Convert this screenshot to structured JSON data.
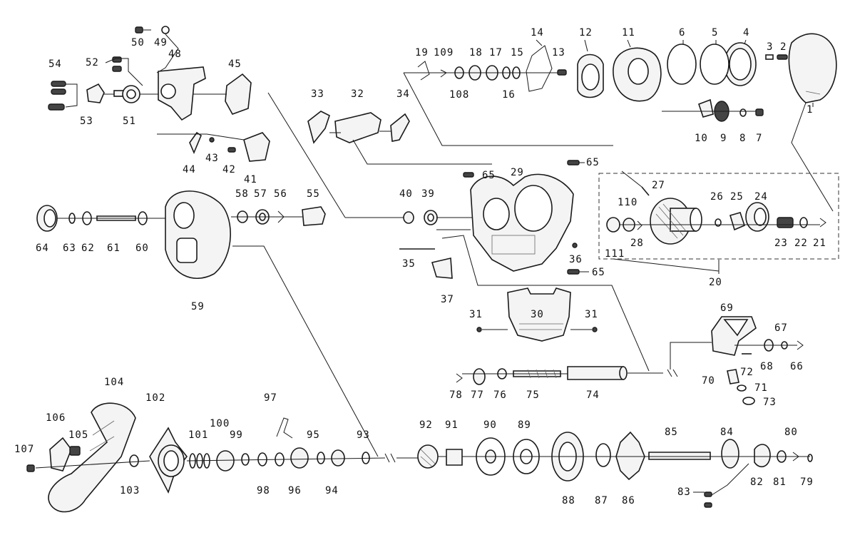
{
  "labels": {
    "p1": "1",
    "p2": "2",
    "p3": "3",
    "p4": "4",
    "p5": "5",
    "p6": "6",
    "p7": "7",
    "p8": "8",
    "p9": "9",
    "p10": "10",
    "p11": "11",
    "p12": "12",
    "p13": "13",
    "p14": "14",
    "p15": "15",
    "p16": "16",
    "p17": "17",
    "p18": "18",
    "p19": "19",
    "p20": "20",
    "p21": "21",
    "p22": "22",
    "p23": "23",
    "p24": "24",
    "p25": "25",
    "p26": "26",
    "p27": "27",
    "p28": "28",
    "p29": "29",
    "p30": "30",
    "p31a": "31",
    "p31b": "31",
    "p32": "32",
    "p33": "33",
    "p34": "34",
    "p35": "35",
    "p36": "36",
    "p37": "37",
    "p39": "39",
    "p40": "40",
    "p41": "41",
    "p42": "42",
    "p43": "43",
    "p44": "44",
    "p45": "45",
    "p48": "48",
    "p49": "49",
    "p50": "50",
    "p51": "51",
    "p52": "52",
    "p53": "53",
    "p54": "54",
    "p55": "55",
    "p56": "56",
    "p57": "57",
    "p58": "58",
    "p59": "59",
    "p60": "60",
    "p61": "61",
    "p62": "62",
    "p63": "63",
    "p64": "64",
    "p65a": "65",
    "p65b": "65",
    "p65c": "65",
    "p66": "66",
    "p67": "67",
    "p68": "68",
    "p69": "69",
    "p70": "70",
    "p71": "71",
    "p72": "72",
    "p73": "73",
    "p74": "74",
    "p75": "75",
    "p76": "76",
    "p77": "77",
    "p78": "78",
    "p79": "79",
    "p80": "80",
    "p81": "81",
    "p82": "82",
    "p83": "83",
    "p84": "84",
    "p85": "85",
    "p86": "86",
    "p87": "87",
    "p88": "88",
    "p89": "89",
    "p90": "90",
    "p91": "91",
    "p92": "92",
    "p93": "93",
    "p94": "94",
    "p95": "95",
    "p96": "96",
    "p97": "97",
    "p98": "98",
    "p99": "99",
    "p100": "100",
    "p101": "101",
    "p102": "102",
    "p103": "103",
    "p104": "104",
    "p105": "105",
    "p106": "106",
    "p107": "107",
    "p108": "108",
    "p109": "109",
    "p110": "110",
    "p111": "111"
  },
  "colors": {
    "ink": "#1a1a1a",
    "paper": "#ffffff",
    "fill": "#f4f4f4",
    "dark": "#444444"
  }
}
